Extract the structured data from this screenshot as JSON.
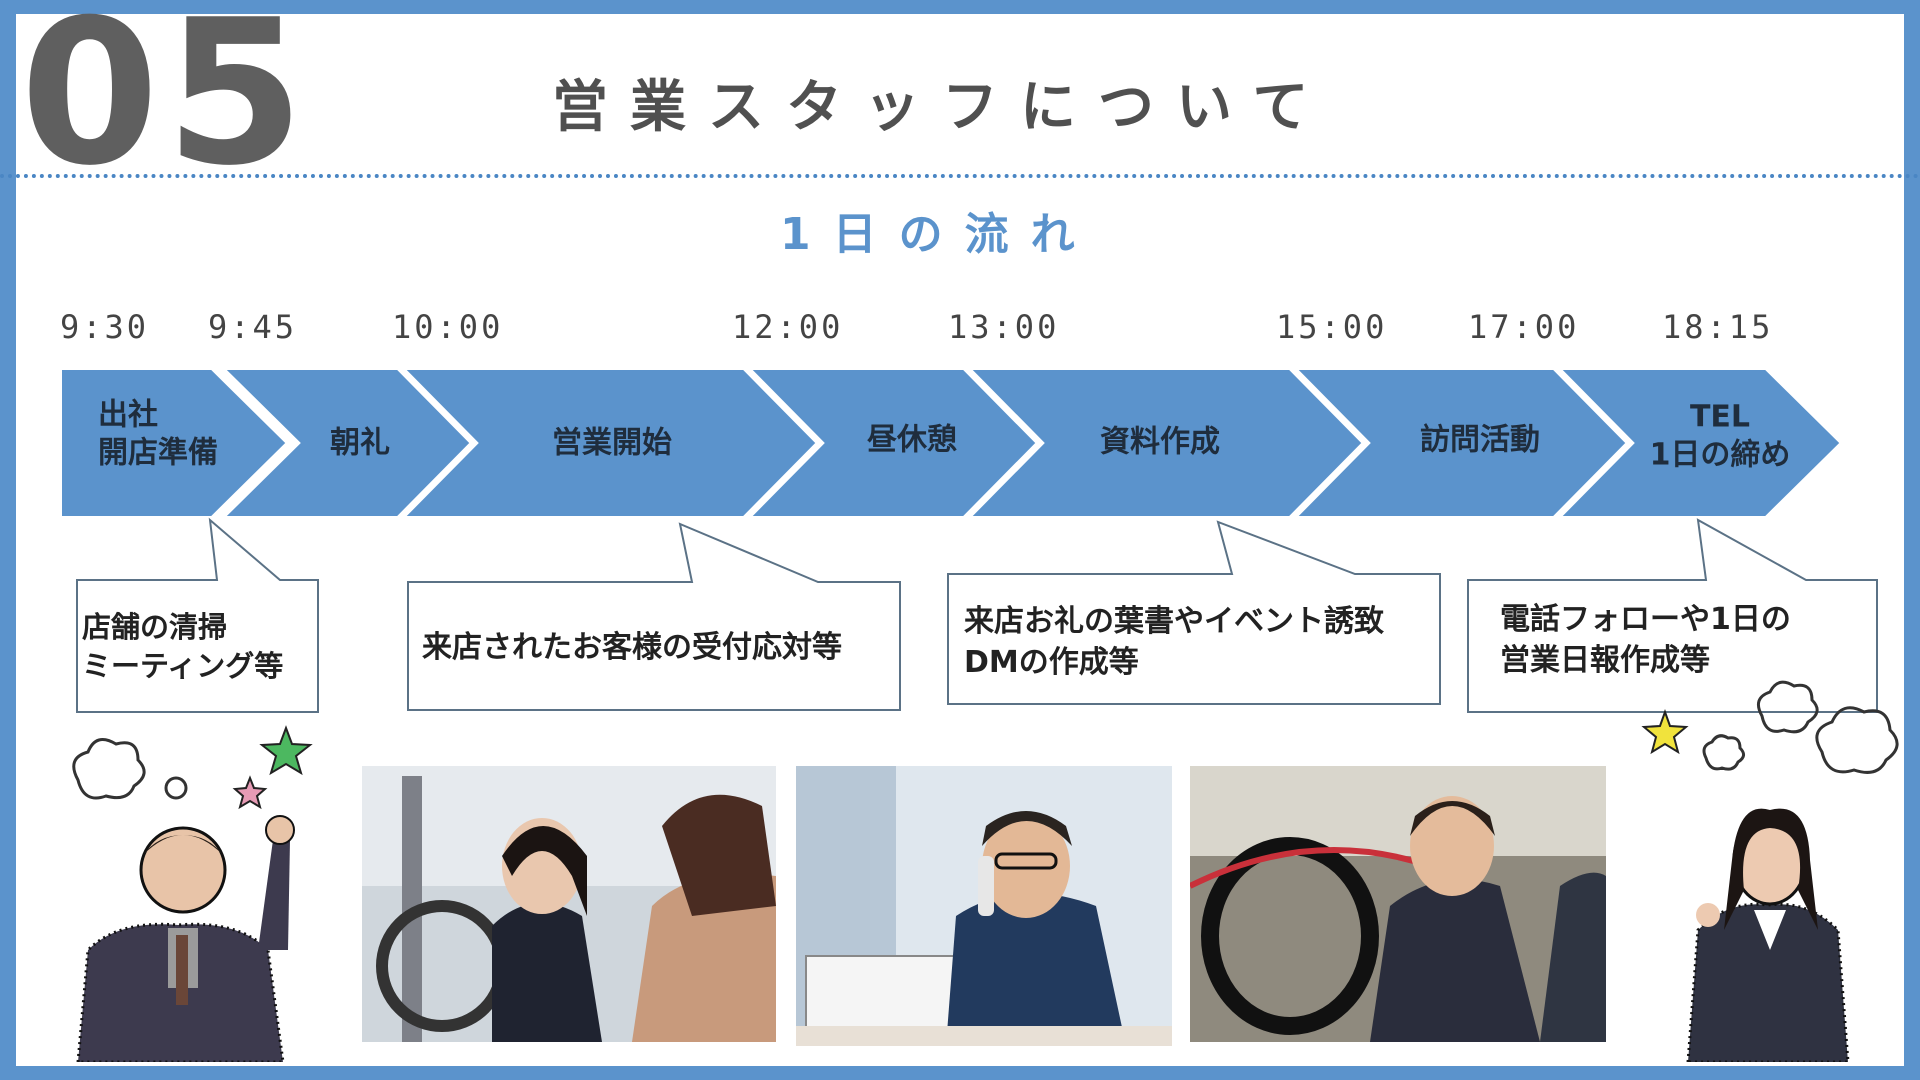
{
  "slide": {
    "number": "05",
    "title": "営業スタッフについて",
    "subtitle": "1日の流れ"
  },
  "times": [
    "9:30",
    "9:45",
    "10:00",
    "12:00",
    "13:00",
    "15:00",
    "17:00",
    "18:15"
  ],
  "steps": [
    {
      "label_line1": "出社",
      "label_line2": "開店準備"
    },
    {
      "label": "朝礼"
    },
    {
      "label": "営業開始"
    },
    {
      "label": "昼休憩"
    },
    {
      "label": "資料作成"
    },
    {
      "label": "訪問活動"
    },
    {
      "label_line1": "TEL",
      "label_line2": "1日の締め"
    }
  ],
  "callouts": [
    {
      "line1": "店舗の清掃",
      "line2": "ミーティング等"
    },
    {
      "line1": "来店されたお客様の受付応対等"
    },
    {
      "line1": "来店お礼の葉書やイベント誘致",
      "line2": "DMの作成等"
    },
    {
      "line1": "電話フォローや1日の",
      "line2": "営業日報作成等"
    }
  ],
  "colors": {
    "frame": "#5b93cc",
    "arrow_fill": "#5b93cc",
    "number": "#5f5f5f",
    "subtitle": "#5b93cc"
  },
  "images": [
    {
      "icon": "staff-male-pointing-icon"
    },
    {
      "icon": "staff-reception-photo"
    },
    {
      "icon": "staff-phone-photo"
    },
    {
      "icon": "staff-car-photo"
    },
    {
      "icon": "staff-female-icon"
    }
  ]
}
